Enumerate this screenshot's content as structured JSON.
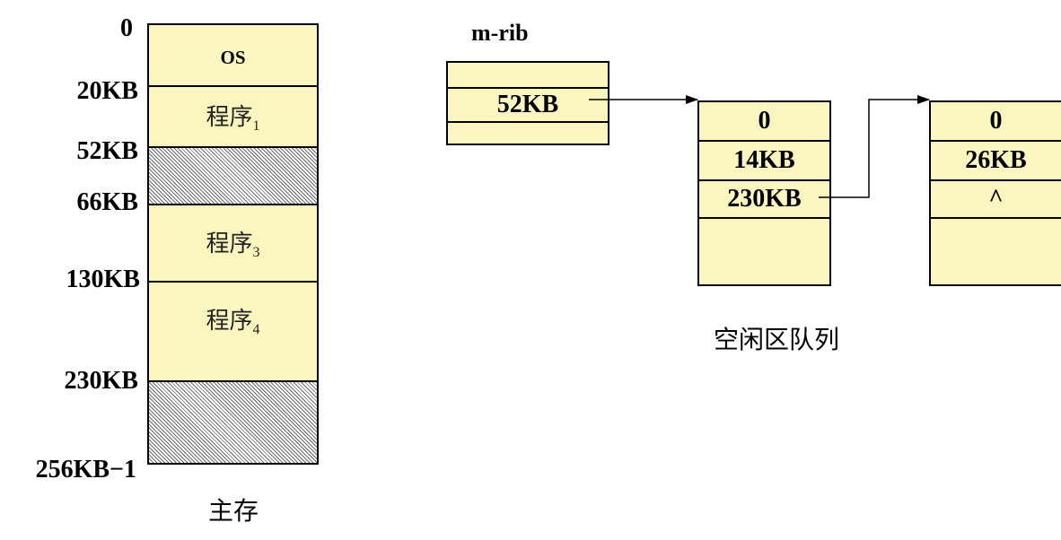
{
  "addresses": [
    "0",
    "20KB",
    "52KB",
    "66KB",
    "130KB",
    "230KB",
    "256KB−1"
  ],
  "memory": {
    "os_label": "OS",
    "program1": {
      "name": "程序",
      "sub": "1"
    },
    "program3": {
      "name": "程序",
      "sub": "3"
    },
    "program4": {
      "name": "程序",
      "sub": "4"
    },
    "caption": "主存"
  },
  "rib": {
    "title": "m-rib",
    "pointer": "52KB"
  },
  "free_block_1": {
    "fields": [
      "0",
      "14KB",
      "230KB"
    ]
  },
  "free_block_2": {
    "fields": [
      "0",
      "26KB",
      "^"
    ]
  },
  "queue_caption": "空闲区队列",
  "colors": {
    "fill": "#fbf6c0",
    "line": "#000000"
  }
}
